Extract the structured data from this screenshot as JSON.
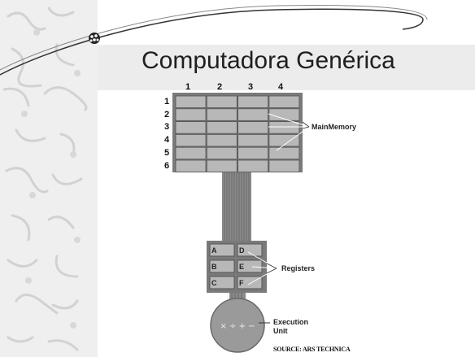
{
  "slide": {
    "title": "Computadora Genérica"
  },
  "memory": {
    "column_numbers": [
      "1",
      "2",
      "3",
      "4"
    ],
    "row_numbers": [
      "1",
      "2",
      "3",
      "4",
      "5",
      "6"
    ],
    "label": "MainMemory"
  },
  "registers": {
    "cells": [
      "A",
      "D",
      "B",
      "E",
      "C",
      "F"
    ],
    "label": "Registers"
  },
  "execution": {
    "symbols": "× ÷ + −",
    "label_line1": "Execution",
    "label_line2": "Unit"
  },
  "source": "SOURCE: ARS TECHNICA",
  "colors": {
    "cell_fill": "#b8b8b8",
    "block_fill": "#7a7a7a",
    "bus_fill": "#8a8a8a",
    "eu_fill": "#9a9a9a",
    "title_band": "#ececec"
  },
  "icons": [
    "bullet-globe-icon"
  ]
}
